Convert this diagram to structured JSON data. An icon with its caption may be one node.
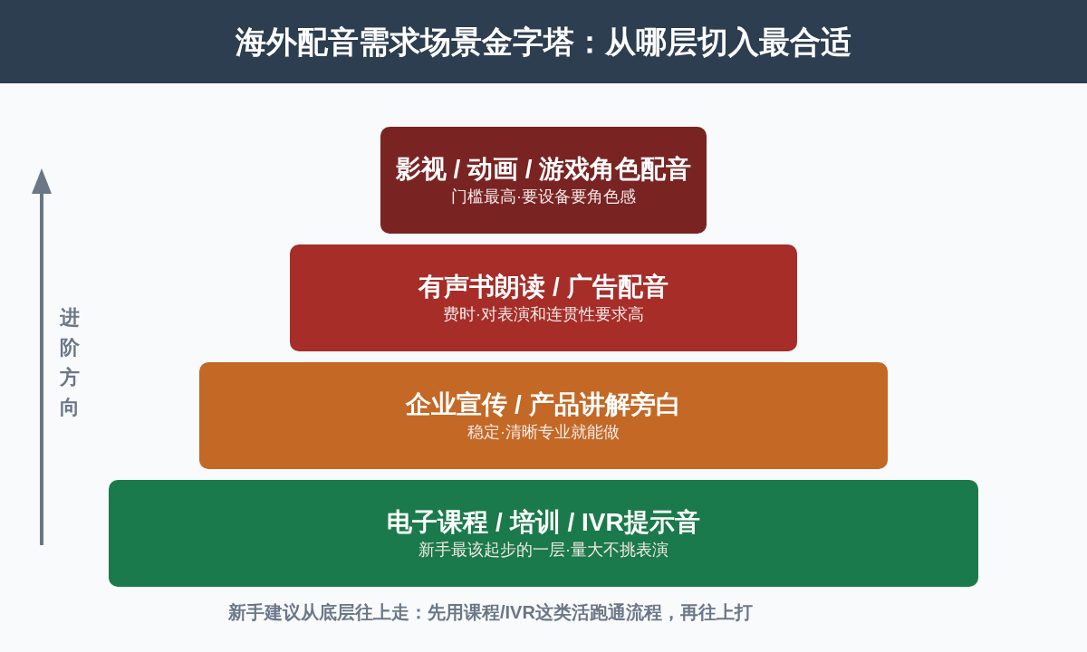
{
  "diagram": {
    "title": "海外配音需求场景金字塔：从哪层切入最合适",
    "nodes": [
      {
        "text": [
          "影视 / 动画 / 游戏角色配音",
          "门槛最高·要设备要角色感"
        ]
      },
      {
        "text": [
          "有声书朗读 / 广告配音",
          "费时·对表演和连贯性要求高"
        ]
      },
      {
        "text": [
          "企业宣传 / 产品讲解旁白",
          "稳定·清晰专业就能做"
        ]
      },
      {
        "text": [
          "电子课程 / 培训 / IVR提示音",
          "新手最该起步的一层·量大不挑表演"
        ]
      }
    ],
    "labels": [
      "进阶方向"
    ],
    "caption": "新手建议从底层往上走：先用课程/IVR这类活跑通流程，再往上打"
  }
}
